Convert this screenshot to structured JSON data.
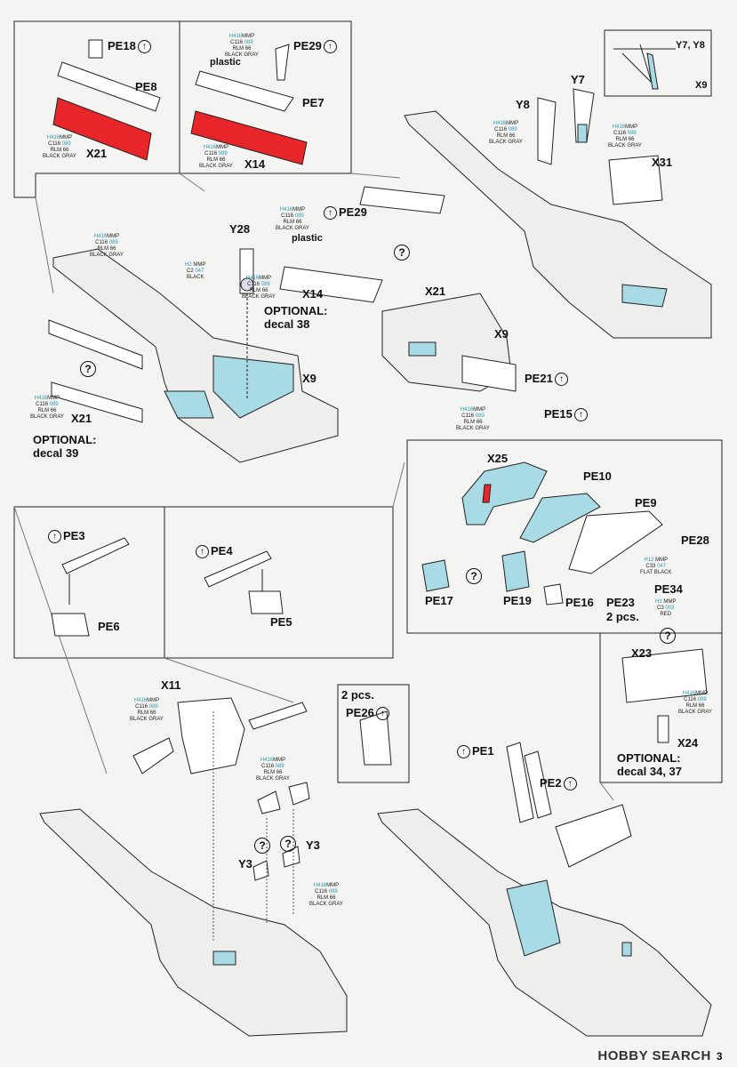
{
  "parts": {
    "pe18": "PE18",
    "pe8": "PE8",
    "x21": "X21",
    "pe29": "PE29",
    "pe7": "PE7",
    "x14": "X14",
    "plastic": "plastic",
    "y7y8": "Y7, Y8",
    "x9": "X9",
    "y8": "Y8",
    "y7": "Y7",
    "x31": "X31",
    "y28": "Y28",
    "optional": "OPTIONAL:",
    "decal38": "decal 38",
    "decal39": "decal 39",
    "pe21": "PE21",
    "pe15": "PE15",
    "x25": "X25",
    "pe10": "PE10",
    "pe9": "PE9",
    "pe28": "PE28",
    "pe17": "PE17",
    "pe19": "PE19",
    "pe16": "PE16",
    "pe23": "PE23",
    "two_pcs": "2 pcs.",
    "pe34": "PE34",
    "pe3": "PE3",
    "pe4": "PE4",
    "pe6": "PE6",
    "pe5": "PE5",
    "x11": "X11",
    "pe26": "PE26",
    "y3": "Y3",
    "x23": "X23",
    "x24": "X24",
    "decal3437": "decal 34, 37",
    "pe1": "PE1",
    "pe2": "PE2"
  },
  "paints": {
    "h416": "H416",
    "mmp": "MMP",
    "c116": "C116",
    "n089": "089",
    "rlm66": "RLM 66",
    "black_gray": "BLACK GRAY",
    "h2": "H2",
    "c2": "C2",
    "n047": "047",
    "black": "BLACK",
    "h12": "H12",
    "c33": "C33",
    "flat_black": "FLAT BLACK",
    "h3": "H3",
    "c3": "C3",
    "n003": "003",
    "red": "RED"
  },
  "symbols": {
    "up_arrow": "↑",
    "question": "?"
  },
  "watermark": {
    "brand": "HOBBY SEARCH",
    "page": "3"
  },
  "colors": {
    "part_blue": "#a8dbe6",
    "part_red": "#e8262a",
    "line": "#222222",
    "paint_code": "#2a9ab0"
  }
}
